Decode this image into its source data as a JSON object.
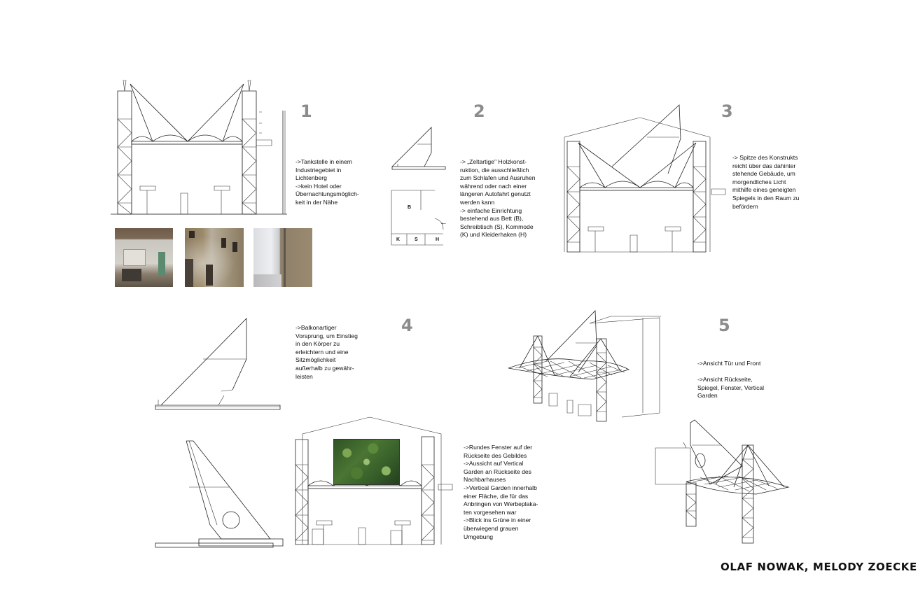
{
  "sections": [
    {
      "number": "1",
      "text": "->Tankstelle in einem\nIndustriegebiet in\nLichtenberg\n->kein Hotel oder\nÜbernachtungsmöglich-\nkeit in der Nähe"
    },
    {
      "number": "2",
      "text": "-> „Zeltartige\" Holzkonst-\nruktion, die ausschließlich\nzum Schlafen und Ausruhen\nwährend oder nach einer\nlängeren Autofahrt genutzt\nwerden kann\n-> einfache Einrichtung\nbestehend aus Bett (B),\nSchreibtisch (S), Kommode\n(K) und Kleiderhaken (H)"
    },
    {
      "number": "3",
      "text": "-> Spitze des Konstrukts\nreicht über das dahinter\nstehende Gebäude, um\nmorgendliches Licht\nmithilfe eines geneigten\nSpiegels in den Raum zu\nbefördern"
    },
    {
      "number": "4",
      "text": "->Balkonartiger\nVorsprung, um Einstieg\nin den Körper zu\nerleichtern und eine\nSitzmöglichkeit\naußerhalb zu gewähr-\nleisten"
    },
    {
      "number": "5",
      "text": "->Ansicht Tür und Front\n\n->Ansicht Rückseite,\nSpiegel, Fenster, Vertical\nGarden"
    }
  ],
  "section4b_text": "->Rundes Fenster auf der\nRückseite des Gebildes\n->Aussicht auf Vertical\nGarden an Rückseite des\nNachbarhauses\n->Vertical Garden innerhalb\neiner Fläche, die für das\nAnbringen von Werbeplaka-\nten vorgesehen war\n->Blick ins Grüne in einer\nüberwiegend grauen\nUmgebung",
  "plan_labels": {
    "bed": "B",
    "k": "K",
    "s": "S",
    "h": "H",
    "arrow": "←"
  },
  "authors": "OLAF NOWAK, MELODY ZOECKE",
  "colors": {
    "number_gray": "#8c8c8c",
    "line": "#222222",
    "garden": "#3f6a2a"
  }
}
